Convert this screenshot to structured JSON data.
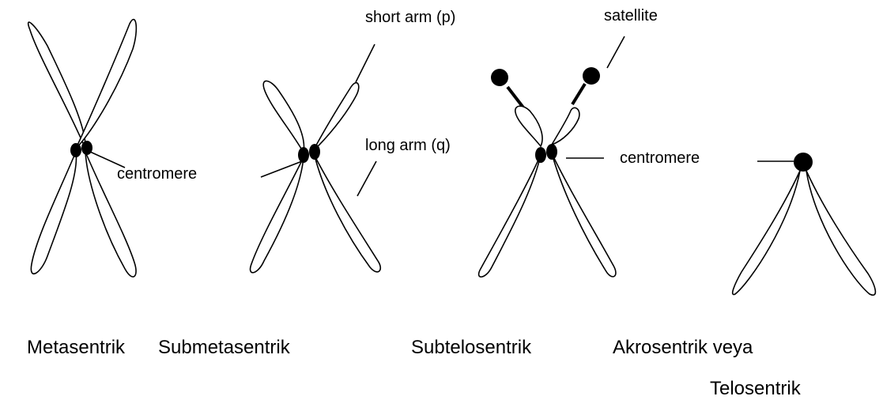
{
  "annotations": {
    "short_arm": "short arm (p)",
    "long_arm": "long arm (q)",
    "satellite": "satellite",
    "centromere_1": "centromere",
    "centromere_2": "centromere"
  },
  "captions": {
    "metacentric": "Metasentrik",
    "submetacentric": "Submetasentrik",
    "subtelocentric": "Subtelosentrik",
    "acrocentric_line1": "Akrosentrik veya",
    "acrocentric_line2": "Telosentrik"
  },
  "colors": {
    "line": "#000000",
    "fill": "#ffffff",
    "centromere": "#000000"
  }
}
